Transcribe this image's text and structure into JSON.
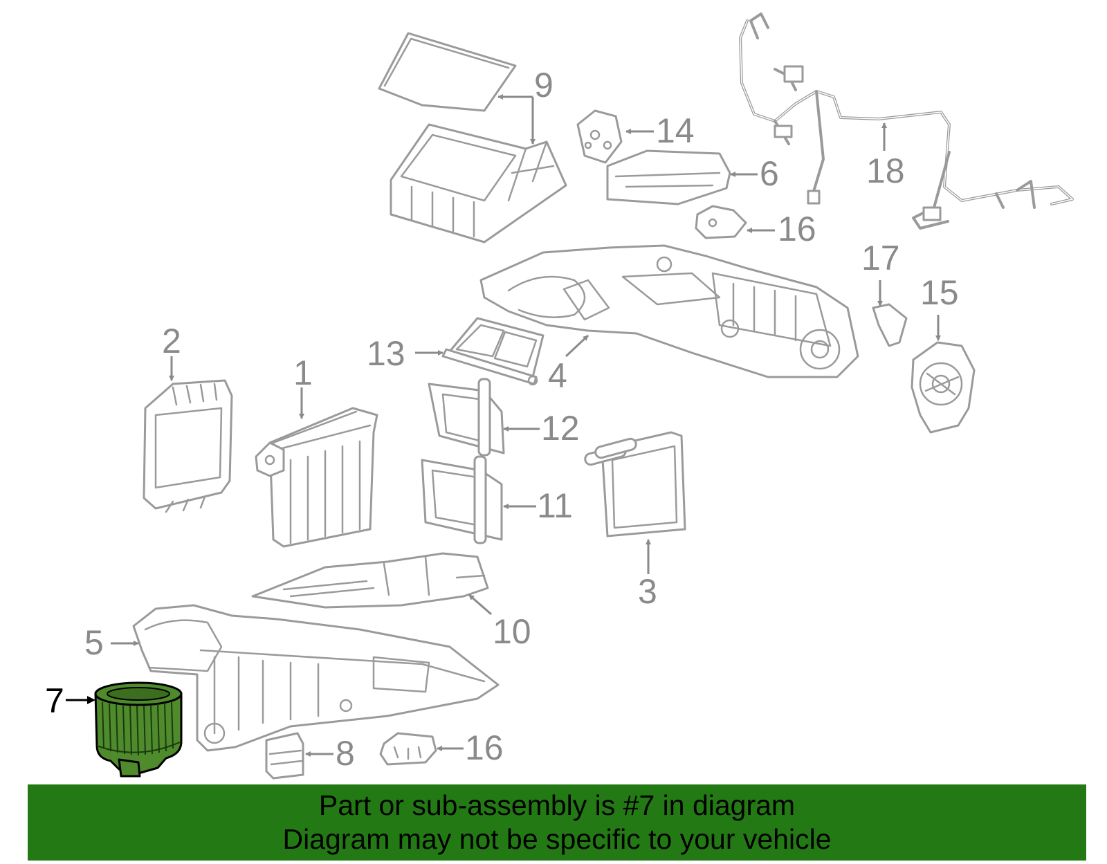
{
  "diagram": {
    "callouts": [
      {
        "id": "1",
        "label": "1"
      },
      {
        "id": "2",
        "label": "2"
      },
      {
        "id": "3",
        "label": "3"
      },
      {
        "id": "4",
        "label": "4"
      },
      {
        "id": "5",
        "label": "5"
      },
      {
        "id": "6",
        "label": "6"
      },
      {
        "id": "7",
        "label": "7",
        "highlighted": true
      },
      {
        "id": "8",
        "label": "8"
      },
      {
        "id": "9",
        "label": "9"
      },
      {
        "id": "10",
        "label": "10"
      },
      {
        "id": "11",
        "label": "11"
      },
      {
        "id": "12",
        "label": "12"
      },
      {
        "id": "13",
        "label": "13"
      },
      {
        "id": "14",
        "label": "14"
      },
      {
        "id": "15",
        "label": "15"
      },
      {
        "id": "16a",
        "label": "16"
      },
      {
        "id": "16b",
        "label": "16"
      },
      {
        "id": "17",
        "label": "17"
      },
      {
        "id": "18",
        "label": "18"
      }
    ],
    "colors": {
      "part_outline": "#9a9a9a",
      "callout_text": "#8a8a8a",
      "highlight_part": "#4f8a2c",
      "highlight_text": "#000000",
      "banner_bg": "#237a14"
    }
  },
  "banner": {
    "line1": "Part or sub-assembly is #7 in diagram",
    "line2": "Diagram may not be specific to your vehicle"
  }
}
